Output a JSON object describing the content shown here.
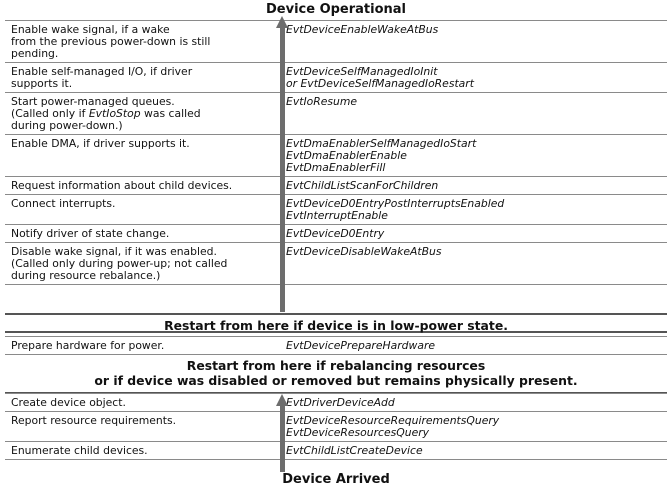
{
  "top_heading": "Device Operational",
  "upper_steps": [
    {
      "action": [
        "Enable wake signal, if a wake",
        "from the previous power-down is still",
        "pending."
      ],
      "callbacks": [
        "EvtDeviceEnableWakeAtBus"
      ]
    },
    {
      "action": [
        "Enable self-managed I/O, if driver",
        "supports it."
      ],
      "callbacks": [
        "EvtDeviceSelfManagedIoInit",
        "or EvtDeviceSelfManagedIoRestart"
      ]
    },
    {
      "action": [
        "Start power-managed queues.",
        "(Called only if EvtIoStop was called",
        "during power-down.)"
      ],
      "callbacks": [
        "EvtIoResume"
      ]
    },
    {
      "action": [
        "Enable DMA, if driver supports it."
      ],
      "callbacks": [
        "EvtDmaEnablerSelfManagedIoStart",
        "EvtDmaEnablerEnable",
        "EvtDmaEnablerFill"
      ]
    },
    {
      "action": [
        "Request information about child devices."
      ],
      "callbacks": [
        "EvtChildListScanForChildren"
      ]
    },
    {
      "action": [
        "Connect interrupts."
      ],
      "callbacks": [
        "EvtDeviceD0EntryPostInterruptsEnabled",
        "EvtInterruptEnable"
      ]
    },
    {
      "action": [
        "Notify driver of state change."
      ],
      "callbacks": [
        "EvtDeviceD0Entry"
      ]
    },
    {
      "action": [
        "Disable wake signal, if it was enabled.",
        "(Called only during power-up; not called",
        "during resource rebalance.)"
      ],
      "callbacks": [
        "EvtDeviceDisableWakeAtBus"
      ]
    }
  ],
  "restart_low_power": "Restart from here if device is in low-power state.",
  "middle_steps": [
    {
      "action": [
        "Prepare hardware for power."
      ],
      "callbacks": [
        "EvtDevicePrepareHardware"
      ]
    }
  ],
  "restart_rebalance": [
    "Restart from here if rebalancing resources",
    "or if device was disabled or removed but remains physically present."
  ],
  "lower_steps": [
    {
      "action": [
        "Create device object."
      ],
      "callbacks": [
        "EvtDriverDeviceAdd"
      ]
    },
    {
      "action": [
        "Report resource requirements."
      ],
      "callbacks": [
        "EvtDeviceResourceRequirementsQuery",
        "EvtDeviceResourcesQuery"
      ]
    },
    {
      "action": [
        "Enumerate child devices."
      ],
      "callbacks": [
        "EvtChildListCreateDevice"
      ]
    }
  ],
  "bottom_heading": "Device Arrived",
  "arrow_color": "#6d6d6d",
  "rule_color": "#8a8a8a"
}
